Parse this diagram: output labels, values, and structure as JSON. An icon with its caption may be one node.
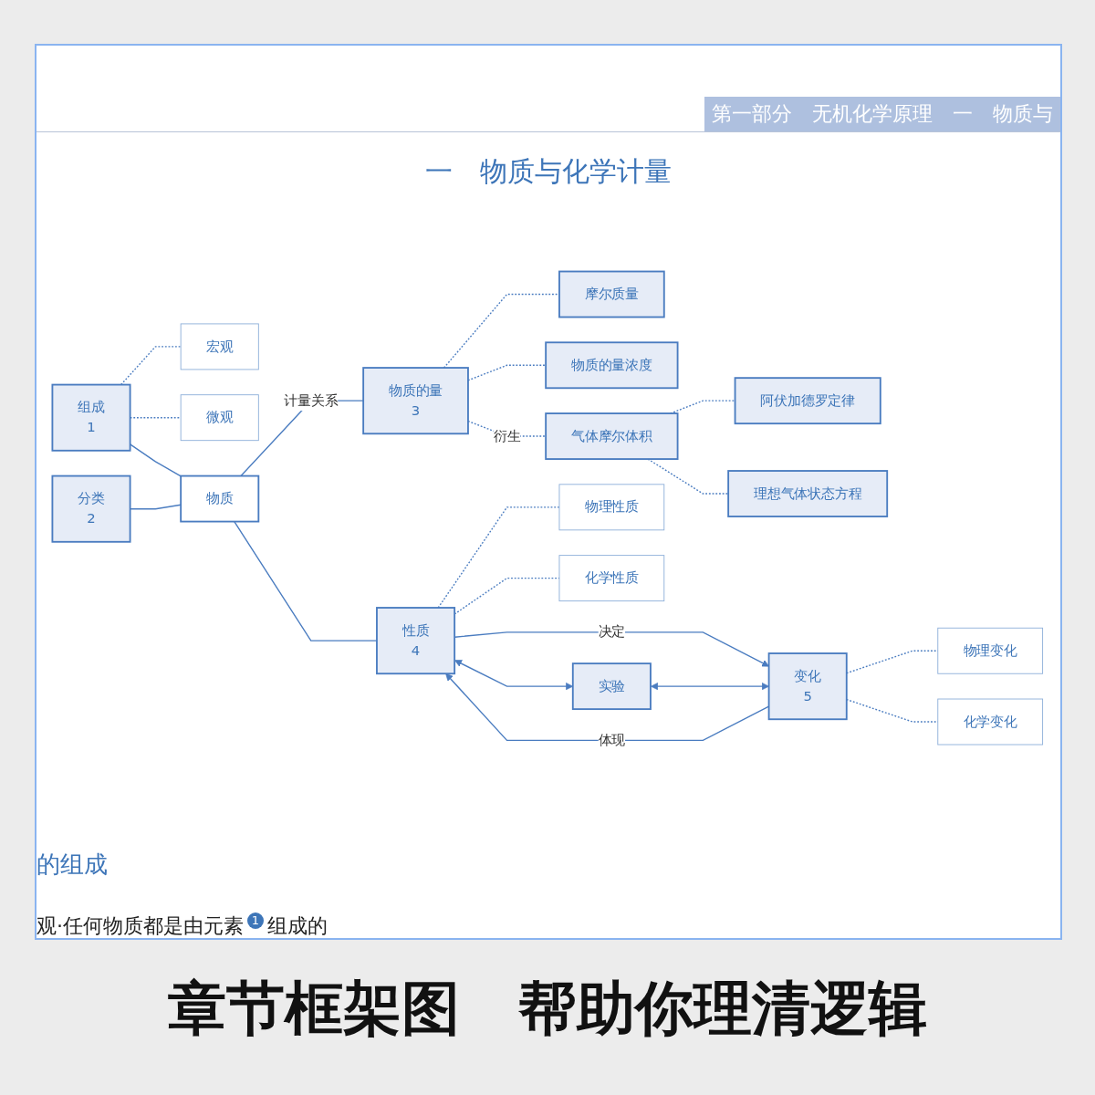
{
  "diagram": {
    "title": "一　物质与化学计量",
    "caption": "章节框架图　帮助你理清逻辑",
    "nodes": [
      {
        "text": [
          "宏观"
        ]
      },
      {
        "text": [
          "微观"
        ]
      },
      {
        "text": [
          "组成",
          "1"
        ]
      },
      {
        "text": [
          "分类",
          "2"
        ]
      },
      {
        "text": [
          "物质"
        ]
      },
      {
        "text": [
          "物质的量",
          "3"
        ]
      },
      {
        "text": [
          "摩尔质量"
        ]
      },
      {
        "text": [
          "气体摩尔体积"
        ]
      },
      {
        "text": [
          "物质的量浓度"
        ]
      },
      {
        "text": [
          "阿伏加德罗定律"
        ]
      },
      {
        "text": [
          "理想气体状态方程"
        ]
      },
      {
        "text": [
          "物理性质"
        ]
      },
      {
        "text": [
          "化学性质"
        ]
      },
      {
        "text": [
          "性质",
          "4"
        ]
      },
      {
        "text": [
          "实验"
        ]
      },
      {
        "text": [
          "物理变化"
        ]
      },
      {
        "text": [
          "化学变化"
        ]
      },
      {
        "text": [
          "变化",
          "5"
        ]
      }
    ],
    "edges": [
      {
        "from": 2,
        "to": 0,
        "arrow": "none",
        "style": "dashed"
      },
      {
        "from": 2,
        "to": 1,
        "arrow": "none",
        "style": "dashed"
      },
      {
        "from": 2,
        "to": 4,
        "arrow": "none"
      },
      {
        "from": 3,
        "to": 4,
        "arrow": "none"
      },
      {
        "from": 4,
        "to": 5,
        "arrow": "none",
        "label": "计量关系"
      },
      {
        "from": 4,
        "to": 13,
        "arrow": "none"
      },
      {
        "from": 5,
        "to": 6,
        "arrow": "none",
        "style": "dashed"
      },
      {
        "from": 5,
        "to": 7,
        "arrow": "none",
        "style": "dashed",
        "label": "衍生"
      },
      {
        "from": 5,
        "to": 8,
        "arrow": "none",
        "style": "dashed"
      },
      {
        "from": 7,
        "to": 9,
        "arrow": "none",
        "style": "dashed"
      },
      {
        "from": 7,
        "to": 10,
        "arrow": "none",
        "style": "dashed"
      },
      {
        "from": 13,
        "to": 11,
        "arrow": "none",
        "style": "dashed"
      },
      {
        "from": 13,
        "to": 12,
        "arrow": "none",
        "style": "dashed"
      },
      {
        "from": 17,
        "to": 13,
        "arrow": "to",
        "label": "体现"
      },
      {
        "from": 13,
        "to": 17,
        "arrow": "to",
        "label": "决定"
      },
      {
        "from": 13,
        "to": 14,
        "arrow": "both"
      },
      {
        "from": 14,
        "to": 17,
        "arrow": "both"
      },
      {
        "from": 17,
        "to": 15,
        "arrow": "none",
        "style": "dashed"
      },
      {
        "from": 17,
        "to": 16,
        "arrow": "none",
        "style": "dashed"
      }
    ],
    "labels": [
      "第一部分　无机化学原理　一　物质与",
      "的组成",
      "观·任何物质都是由元素",
      "1",
      "组成的"
    ]
  }
}
